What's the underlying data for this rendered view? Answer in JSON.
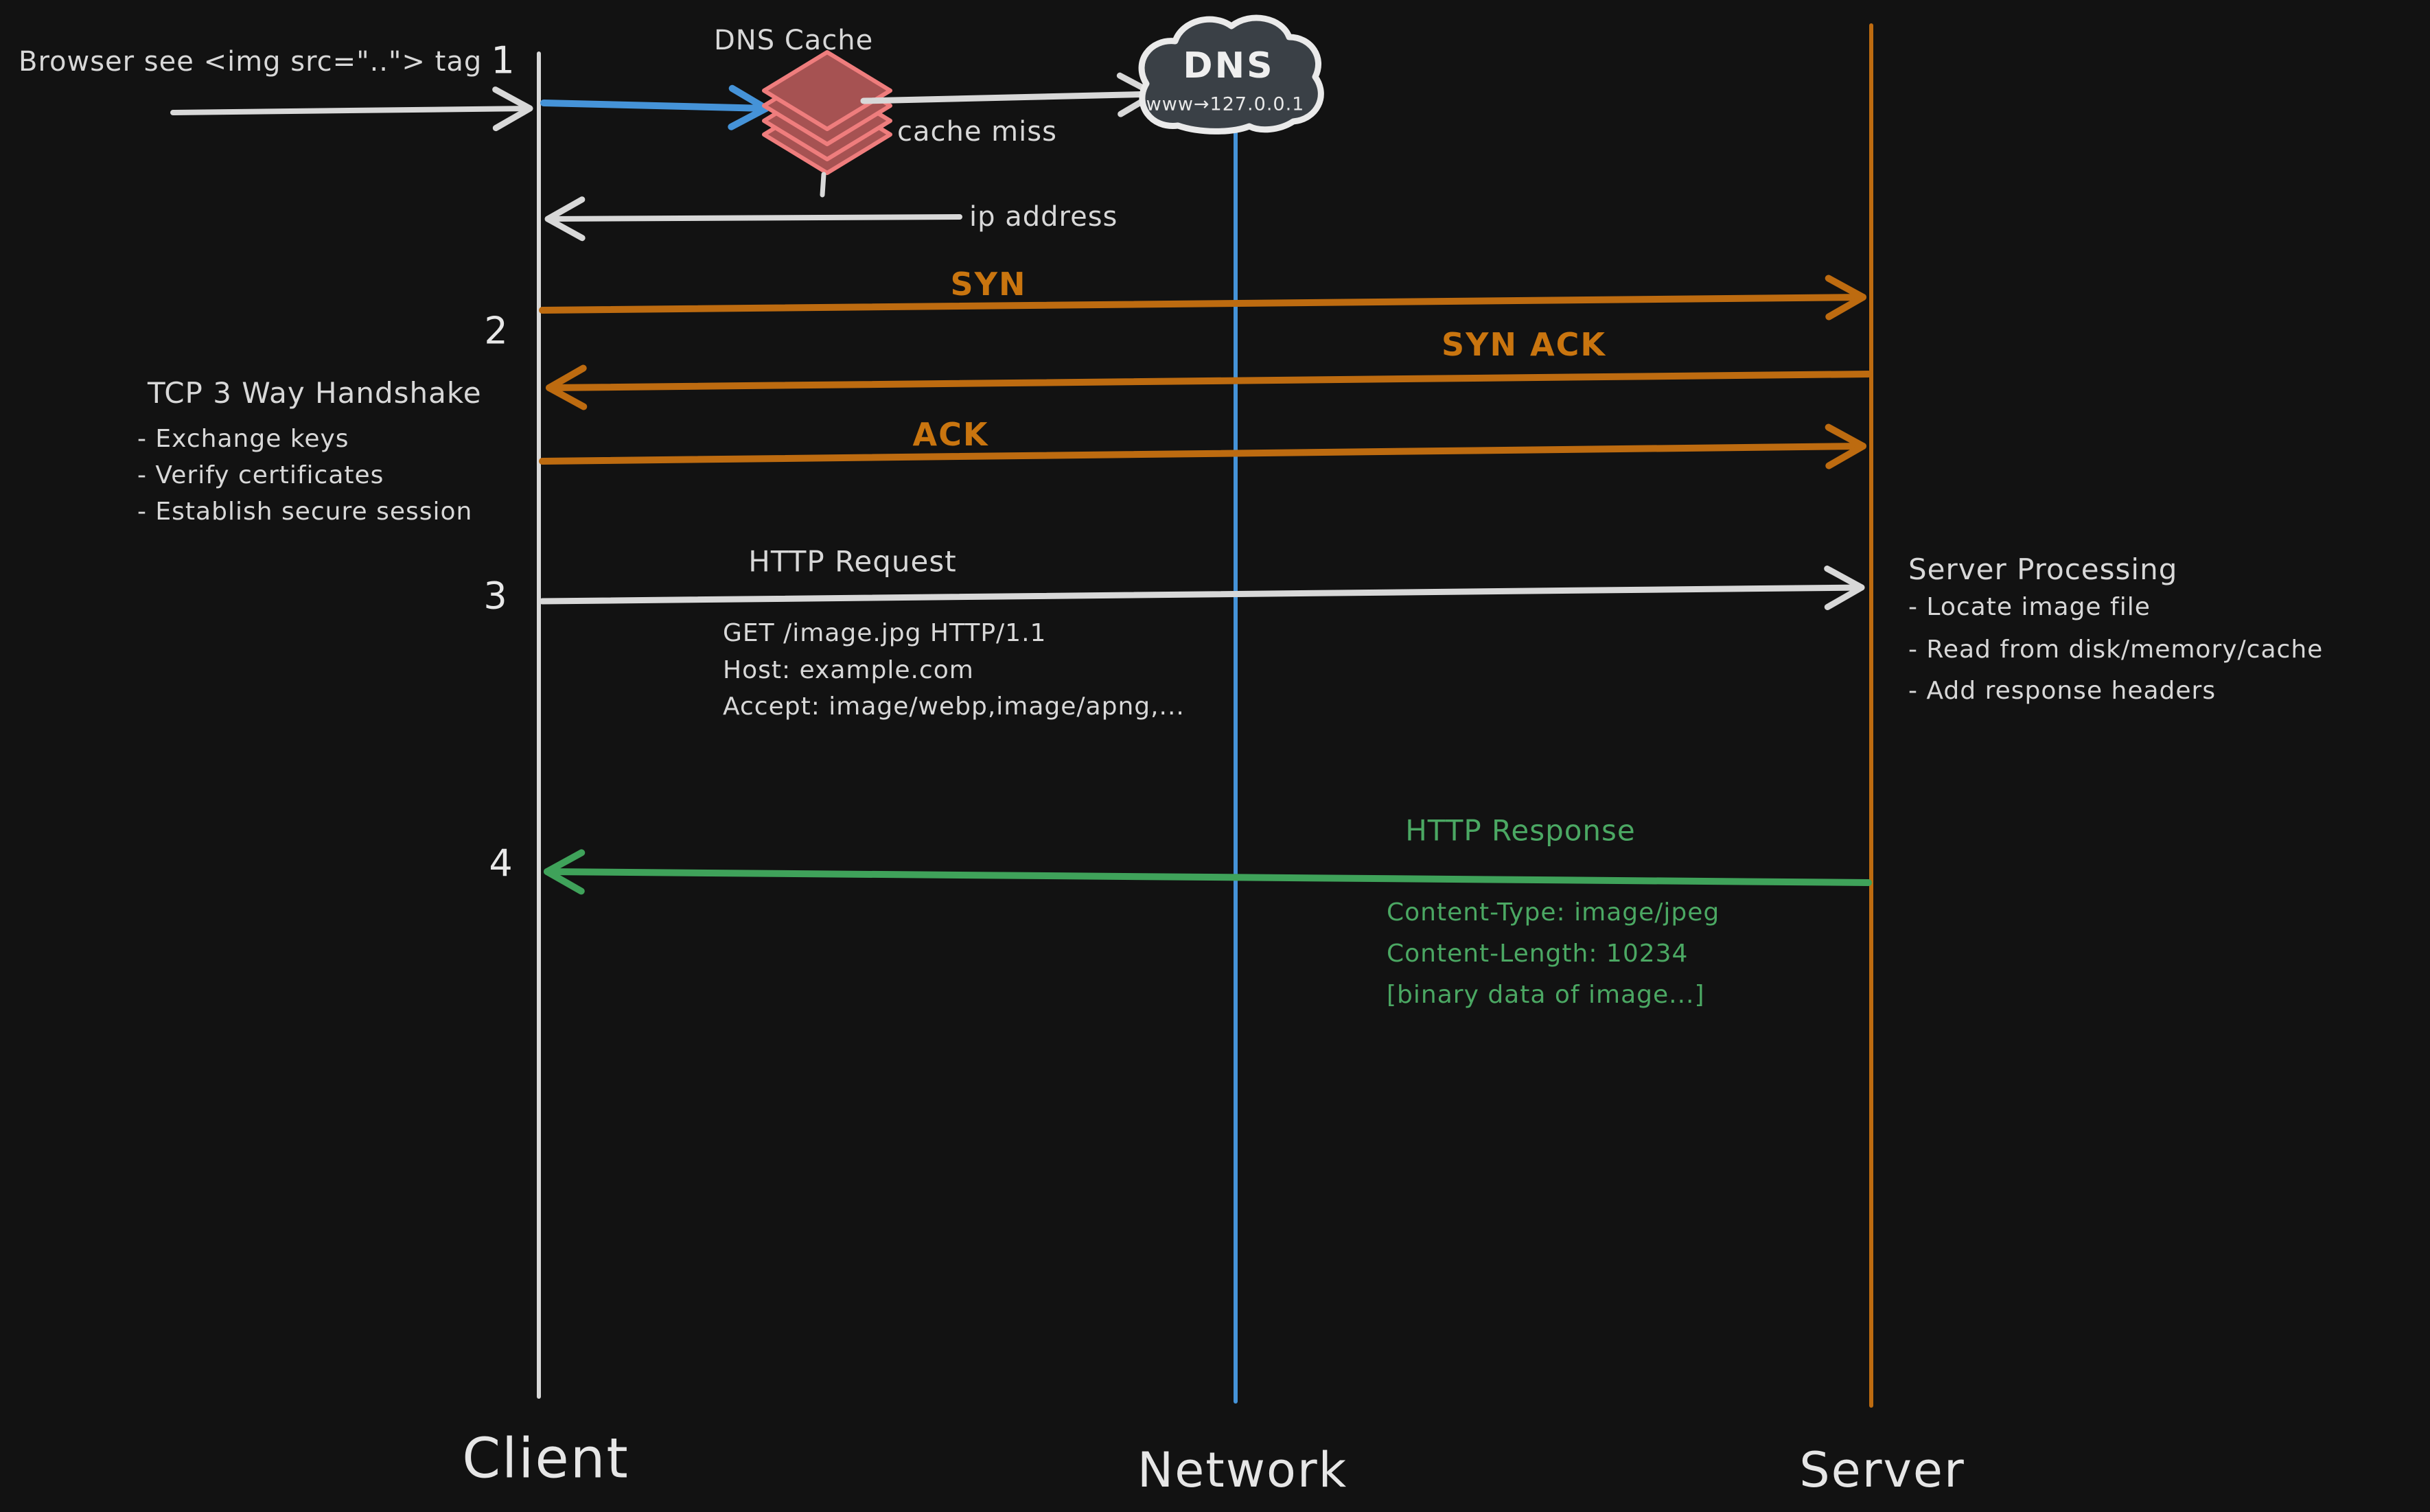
{
  "diagram": {
    "kind": "sequence-diagram",
    "topic": "Browser image load: DNS lookup, TCP handshake, HTTP request/response"
  },
  "colors": {
    "background": "#121212",
    "ink_white": "#d8d8d8",
    "orange_line": "#bd6b10",
    "orange_label": "#c9750f",
    "green_line": "#3fa25a",
    "green_text": "#4ba863",
    "blue_line": "#4593d8",
    "blue_label": "#5fa6e3",
    "salmon_stroke": "#ef7d7d",
    "salmon_fill": "#a65252",
    "cloud_fill": "#3a4046"
  },
  "steps": {
    "one": {
      "number": "1",
      "browser_note": "Browser see <img src=\"..\"> tag",
      "dns_cache_label": "DNS Cache",
      "cache_miss_label": "cache miss",
      "ip_address_label": "ip address",
      "dns_cloud": {
        "title": "DNS",
        "mapping": "www→127.0.0.1"
      }
    },
    "two": {
      "number": "2",
      "syn_label": "SYN",
      "syn_ack_label": "SYN ACK",
      "ack_label": "ACK",
      "handshake_title": "TCP 3 Way Handshake",
      "handshake_bullets": [
        "- Exchange keys",
        "- Verify certificates",
        "- Establish secure session"
      ]
    },
    "three": {
      "number": "3",
      "request_label": "HTTP Request",
      "request_lines": [
        "GET /image.jpg HTTP/1.1",
        "Host: example.com",
        "Accept: image/webp,image/apng,..."
      ],
      "server_processing_title": "Server Processing",
      "server_processing_bullets": [
        "- Locate image file",
        "- Read from disk/memory/cache",
        "- Add response headers"
      ]
    },
    "four": {
      "number": "4",
      "response_label": "HTTP Response",
      "response_lines": [
        "Content-Type: image/jpeg",
        "Content-Length: 10234",
        "[binary data of image...]"
      ]
    }
  },
  "lifelines": {
    "client": "Client",
    "network": "Network",
    "server": "Server"
  }
}
